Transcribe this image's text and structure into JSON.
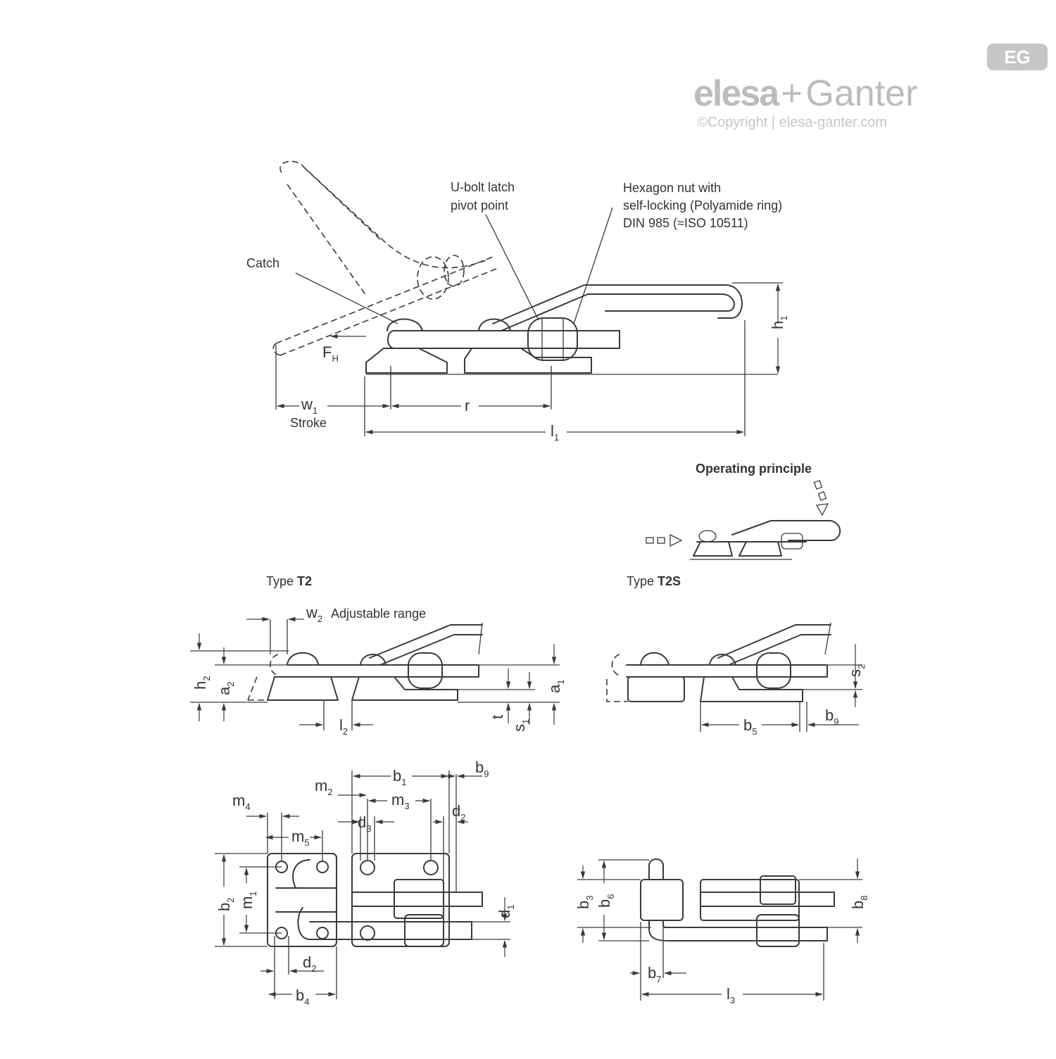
{
  "brand": {
    "name_part1": "elesa",
    "plus": "+",
    "name_part2": "Ganter",
    "badge": "EG",
    "copyright": "©Copyright | elesa-ganter.com",
    "color": "#bcbcbc"
  },
  "callouts": {
    "catch": "Catch",
    "pivot_line1": "U-bolt latch",
    "pivot_line2": "pivot point",
    "nut_line1": "Hexagon nut with",
    "nut_line2": "self-locking (Polyamide ring)",
    "nut_line3": "DIN 985 (≈ISO 10511)",
    "stroke": "Stroke",
    "adjustable_range": "Adjustable range"
  },
  "headings": {
    "operating_principle": "Operating principle",
    "type_t2_prefix": "Type ",
    "type_t2_code": "T2",
    "type_t2s_prefix": "Type ",
    "type_t2s_code": "T2S"
  },
  "dimensions": {
    "FH": {
      "main": "F",
      "sub": "H"
    },
    "w1": {
      "main": "w",
      "sub": "1"
    },
    "r": {
      "main": "r",
      "sub": ""
    },
    "l1": {
      "main": "l",
      "sub": "1"
    },
    "h1": {
      "main": "h",
      "sub": "1"
    },
    "w2": {
      "main": "w",
      "sub": "2"
    },
    "h2": {
      "main": "h",
      "sub": "2"
    },
    "a2": {
      "main": "a",
      "sub": "2"
    },
    "a1": {
      "main": "a",
      "sub": "1"
    },
    "t": {
      "main": "t",
      "sub": ""
    },
    "s1": {
      "main": "s",
      "sub": "1"
    },
    "l2": {
      "main": "l",
      "sub": "2"
    },
    "s2": {
      "main": "s",
      "sub": "2"
    },
    "b5": {
      "main": "b",
      "sub": "5"
    },
    "b9_t2s": {
      "main": "b",
      "sub": "9"
    },
    "b1": {
      "main": "b",
      "sub": "1"
    },
    "b9_plan": {
      "main": "b",
      "sub": "9"
    },
    "m2": {
      "main": "m",
      "sub": "2"
    },
    "m3": {
      "main": "m",
      "sub": "3"
    },
    "m4": {
      "main": "m",
      "sub": "4"
    },
    "d3": {
      "main": "d",
      "sub": "3"
    },
    "d2_top": {
      "main": "d",
      "sub": "2"
    },
    "m5": {
      "main": "m",
      "sub": "5"
    },
    "b2": {
      "main": "b",
      "sub": "2"
    },
    "m1": {
      "main": "m",
      "sub": "1"
    },
    "d1": {
      "main": "d",
      "sub": "1"
    },
    "d2_bottom": {
      "main": "d",
      "sub": "2"
    },
    "b4": {
      "main": "b",
      "sub": "4"
    },
    "b3": {
      "main": "b",
      "sub": "3"
    },
    "b6": {
      "main": "b",
      "sub": "6"
    },
    "b8": {
      "main": "b",
      "sub": "8"
    },
    "b7": {
      "main": "b",
      "sub": "7"
    },
    "l3": {
      "main": "l",
      "sub": "3"
    }
  }
}
